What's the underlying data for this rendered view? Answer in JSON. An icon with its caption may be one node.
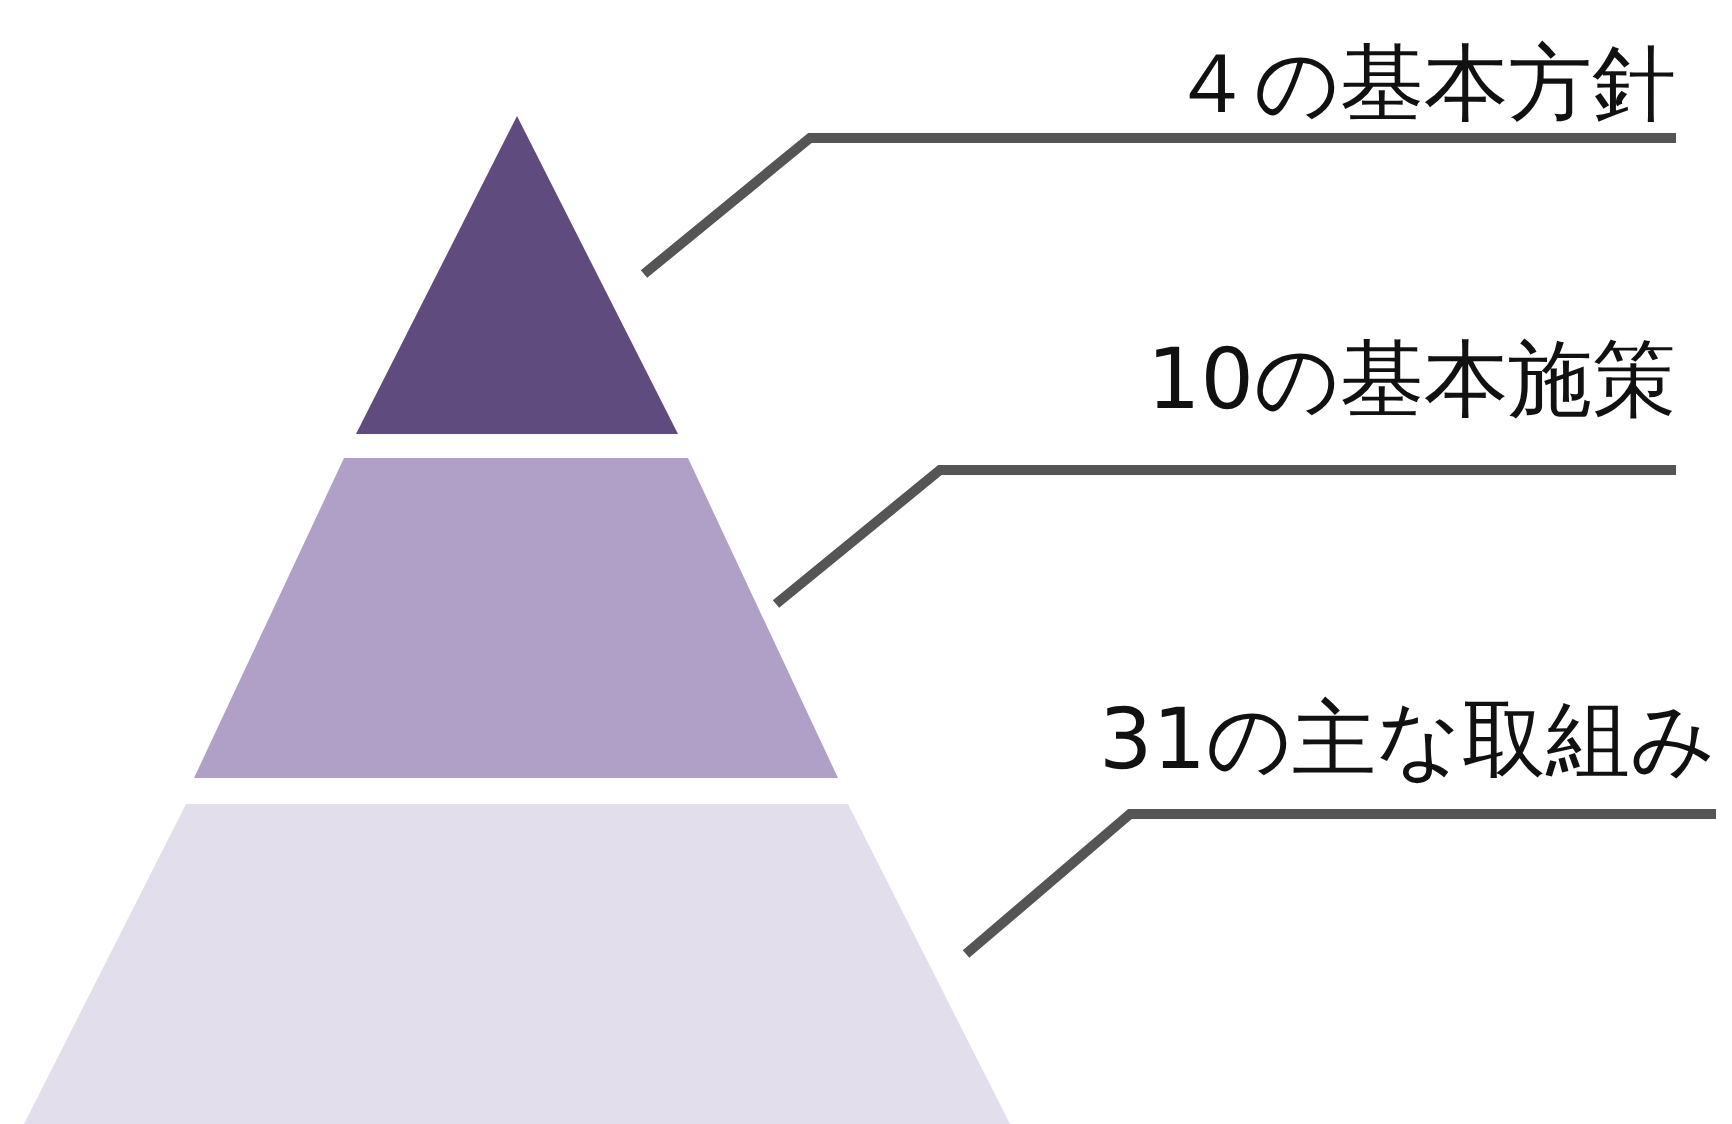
{
  "diagram": {
    "nodes": [
      {
        "text": [],
        "shape": "triangle"
      },
      {
        "text": [],
        "shape": "trapezoid"
      },
      {
        "text": [],
        "shape": "trapezoid"
      },
      {
        "text": [
          "４の基本方針"
        ]
      },
      {
        "text": [
          "10の基本施策"
        ]
      },
      {
        "text": [
          "31の主な取組み"
        ]
      }
    ],
    "edges": [
      {
        "from": 3,
        "to": 0,
        "arrow": "none"
      },
      {
        "from": 4,
        "to": 1,
        "arrow": "none"
      },
      {
        "from": 5,
        "to": 2,
        "arrow": "none"
      }
    ]
  }
}
